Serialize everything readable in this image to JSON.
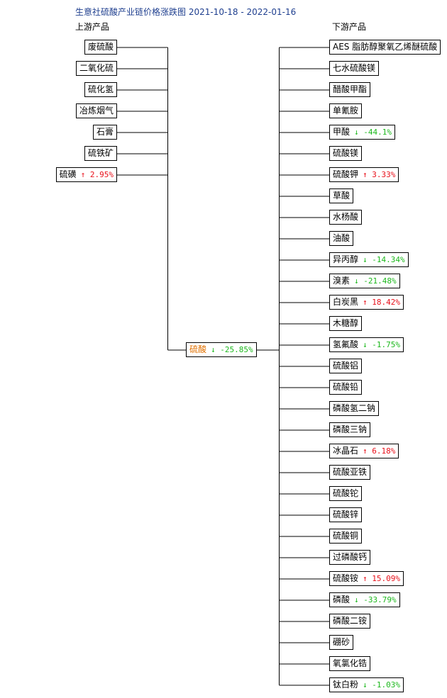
{
  "title": "生意社硫酸产业链价格涨跌图 2021-10-18 - 2022-01-16",
  "upstream_header": "上游产品",
  "downstream_header": "下游产品",
  "colors": {
    "up": "#e8101a",
    "down": "#1db81d",
    "center": "#e07000",
    "title": "#1f3f8f"
  },
  "center": {
    "name": "硫酸",
    "arrow": "↓",
    "change": "-25.85%",
    "dir": "down"
  },
  "upstream": [
    {
      "name": "废硫酸"
    },
    {
      "name": "二氧化硫"
    },
    {
      "name": "硫化氢"
    },
    {
      "name": "冶炼烟气"
    },
    {
      "name": "石膏"
    },
    {
      "name": "硫铁矿"
    },
    {
      "name": "硫磺",
      "arrow": "↑",
      "change": "2.95%",
      "dir": "up"
    }
  ],
  "downstream": [
    {
      "name": "AES 脂肪醇聚氧乙烯醚硫酸"
    },
    {
      "name": "七水硫酸镁"
    },
    {
      "name": "醋酸甲酯"
    },
    {
      "name": "单氰胺"
    },
    {
      "name": "甲酸",
      "arrow": "↓",
      "change": "-44.1%",
      "dir": "down"
    },
    {
      "name": "硫酸镁"
    },
    {
      "name": "硫酸钾",
      "arrow": "↑",
      "change": "3.33%",
      "dir": "up"
    },
    {
      "name": "草酸"
    },
    {
      "name": "水杨酸"
    },
    {
      "name": "油酸"
    },
    {
      "name": "异丙醇",
      "arrow": "↓",
      "change": "-14.34%",
      "dir": "down"
    },
    {
      "name": "溴素",
      "arrow": "↓",
      "change": "-21.48%",
      "dir": "down"
    },
    {
      "name": "白炭黑",
      "arrow": "↑",
      "change": "18.42%",
      "dir": "up"
    },
    {
      "name": "木糖醇"
    },
    {
      "name": "氢氟酸",
      "arrow": "↓",
      "change": "-1.75%",
      "dir": "down"
    },
    {
      "name": "硫酸铝"
    },
    {
      "name": "硫酸铅"
    },
    {
      "name": "磷酸氢二钠"
    },
    {
      "name": "磷酸三钠"
    },
    {
      "name": "冰晶石",
      "arrow": "↑",
      "change": "6.18%",
      "dir": "up"
    },
    {
      "name": "硫酸亚铁"
    },
    {
      "name": "硫酸铊"
    },
    {
      "name": "硫酸锌"
    },
    {
      "name": "硫酸铜"
    },
    {
      "name": "过磷酸钙"
    },
    {
      "name": "硫酸铵",
      "arrow": "↑",
      "change": "15.09%",
      "dir": "up"
    },
    {
      "name": "磷酸",
      "arrow": "↓",
      "change": "-33.79%",
      "dir": "down"
    },
    {
      "name": "磷酸二铵"
    },
    {
      "name": "硼砂"
    },
    {
      "name": "氧氯化锆"
    },
    {
      "name": "钛白粉",
      "arrow": "↓",
      "change": "-1.03%",
      "dir": "down"
    }
  ]
}
